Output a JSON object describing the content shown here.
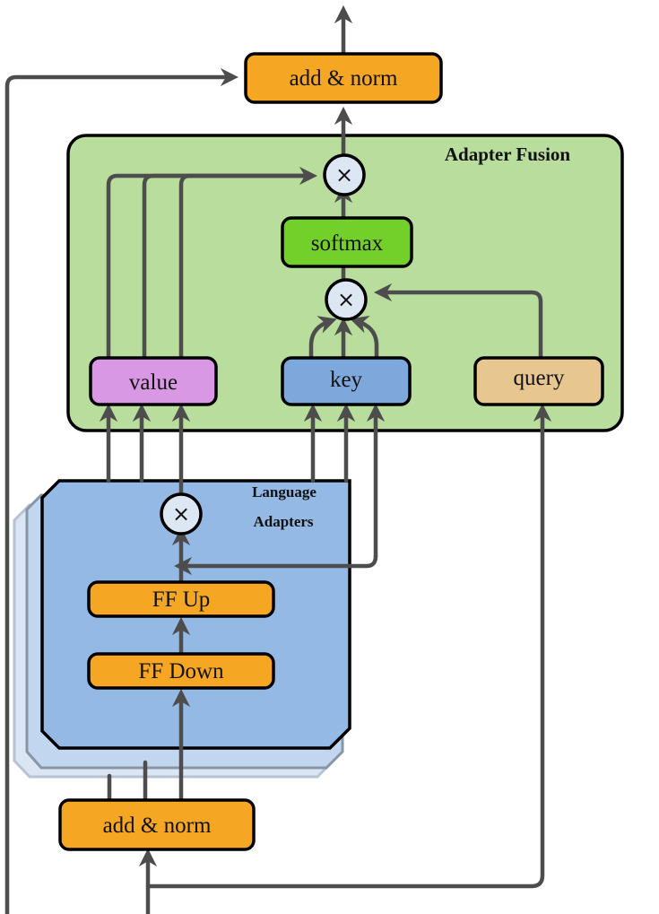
{
  "diagram": {
    "top_norm": {
      "label": "add & norm"
    },
    "bottom_norm": {
      "label": "add & norm"
    },
    "fusion": {
      "title": "Adapter Fusion",
      "softmax": "softmax",
      "value": "value",
      "key": "key",
      "query": "query",
      "multiply_symbol": "×"
    },
    "adapters": {
      "title_line1": "Language",
      "title_line2": "Adapters",
      "ff_up": "FF Up",
      "ff_down": "FF Down",
      "multiply_symbol": "×"
    },
    "colors": {
      "orange": "#f5a623",
      "fusion_bg": "#b8dd9c",
      "softmax": "#73d02a",
      "value": "#d898e4",
      "key": "#7ea7dc",
      "query": "#e8c690",
      "adapter_bg": "#94b9e4",
      "circle": "#dde6f3"
    }
  }
}
